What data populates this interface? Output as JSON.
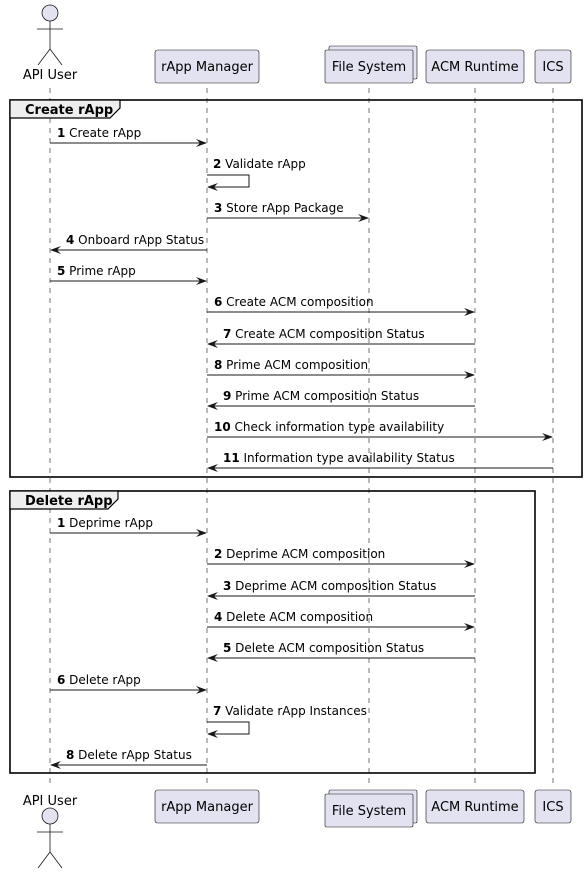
{
  "participants": [
    {
      "id": "user",
      "label": "API User",
      "kind": "actor"
    },
    {
      "id": "rappmgr",
      "label": "rApp Manager",
      "kind": "participant"
    },
    {
      "id": "fs",
      "label": "File System",
      "kind": "collections"
    },
    {
      "id": "acm",
      "label": "ACM Runtime",
      "kind": "participant"
    },
    {
      "id": "ics",
      "label": "ICS",
      "kind": "participant"
    }
  ],
  "groups": [
    {
      "title": "Create rApp",
      "messages": [
        {
          "num": "1",
          "from": "user",
          "to": "rappmgr",
          "text": "Create rApp"
        },
        {
          "num": "2",
          "from": "rappmgr",
          "to": "rappmgr",
          "text": "Validate rApp"
        },
        {
          "num": "3",
          "from": "rappmgr",
          "to": "fs",
          "text": "Store rApp Package"
        },
        {
          "num": "4",
          "from": "rappmgr",
          "to": "user",
          "text": "Onboard rApp Status"
        },
        {
          "num": "5",
          "from": "user",
          "to": "rappmgr",
          "text": "Prime rApp"
        },
        {
          "num": "6",
          "from": "rappmgr",
          "to": "acm",
          "text": "Create ACM composition"
        },
        {
          "num": "7",
          "from": "acm",
          "to": "rappmgr",
          "text": "Create ACM composition Status"
        },
        {
          "num": "8",
          "from": "rappmgr",
          "to": "acm",
          "text": "Prime ACM composition"
        },
        {
          "num": "9",
          "from": "acm",
          "to": "rappmgr",
          "text": "Prime ACM composition Status"
        },
        {
          "num": "10",
          "from": "rappmgr",
          "to": "ics",
          "text": "Check information type availability"
        },
        {
          "num": "11",
          "from": "ics",
          "to": "rappmgr",
          "text": "Information type availability Status"
        }
      ]
    },
    {
      "title": "Delete rApp",
      "messages": [
        {
          "num": "1",
          "from": "user",
          "to": "rappmgr",
          "text": "Deprime rApp"
        },
        {
          "num": "2",
          "from": "rappmgr",
          "to": "acm",
          "text": "Deprime ACM composition"
        },
        {
          "num": "3",
          "from": "acm",
          "to": "rappmgr",
          "text": "Deprime ACM composition Status"
        },
        {
          "num": "4",
          "from": "rappmgr",
          "to": "acm",
          "text": "Delete ACM composition"
        },
        {
          "num": "5",
          "from": "acm",
          "to": "rappmgr",
          "text": "Delete ACM composition Status"
        },
        {
          "num": "6",
          "from": "user",
          "to": "rappmgr",
          "text": "Delete rApp"
        },
        {
          "num": "7",
          "from": "rappmgr",
          "to": "rappmgr",
          "text": "Validate rApp Instances"
        },
        {
          "num": "8",
          "from": "rappmgr",
          "to": "user",
          "text": "Delete rApp Status"
        }
      ]
    }
  ]
}
